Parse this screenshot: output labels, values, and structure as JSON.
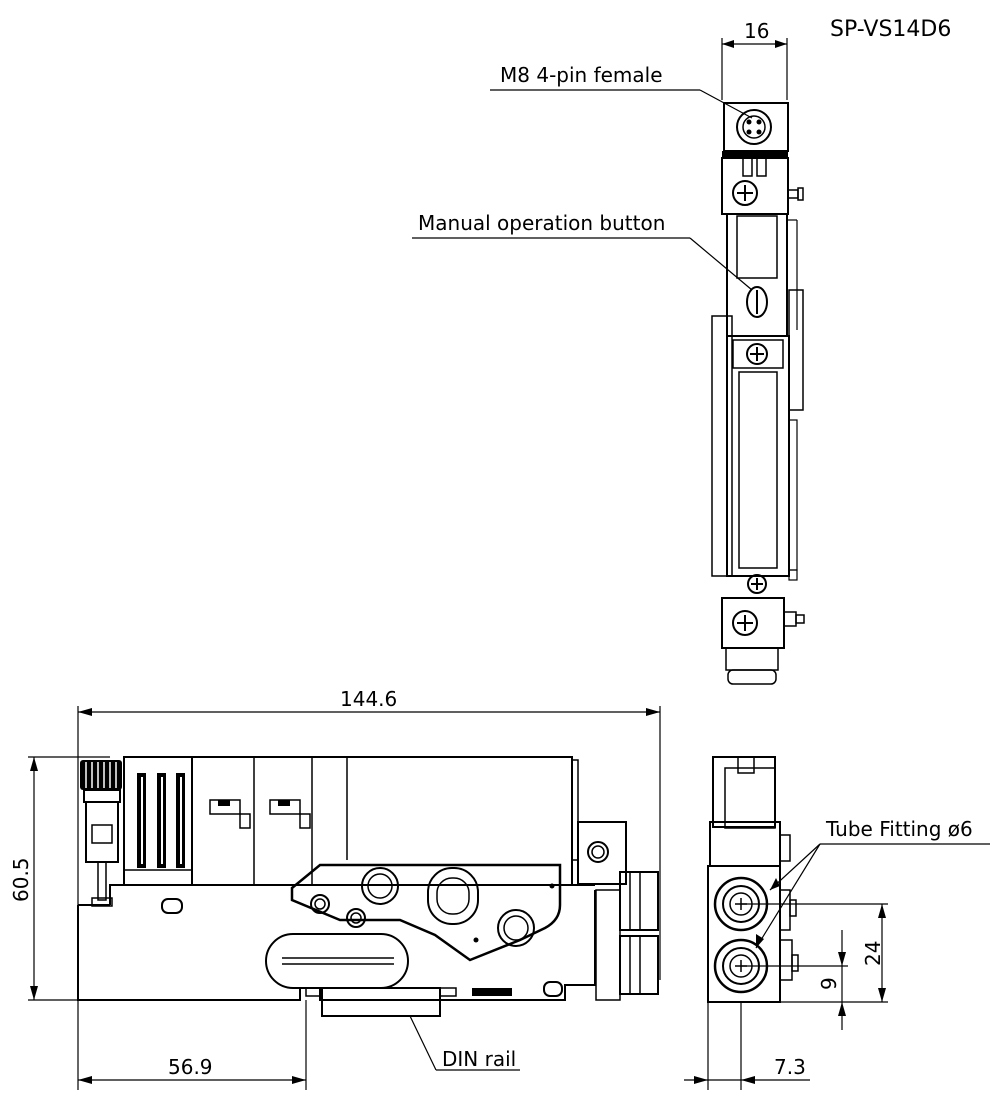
{
  "title": "SP-VS14D6",
  "labels": {
    "connector": "M8 4-pin female",
    "manual_button": "Manual operation button",
    "tube_fitting": "Tube Fitting ø6",
    "din_rail": "DIN rail"
  },
  "dimensions": {
    "top_width": "16",
    "overall_length": "144.6",
    "height": "60.5",
    "din_offset": "56.9",
    "side_offset": "7.3",
    "port_spacing_24": "24",
    "port_spacing_9": "9"
  }
}
